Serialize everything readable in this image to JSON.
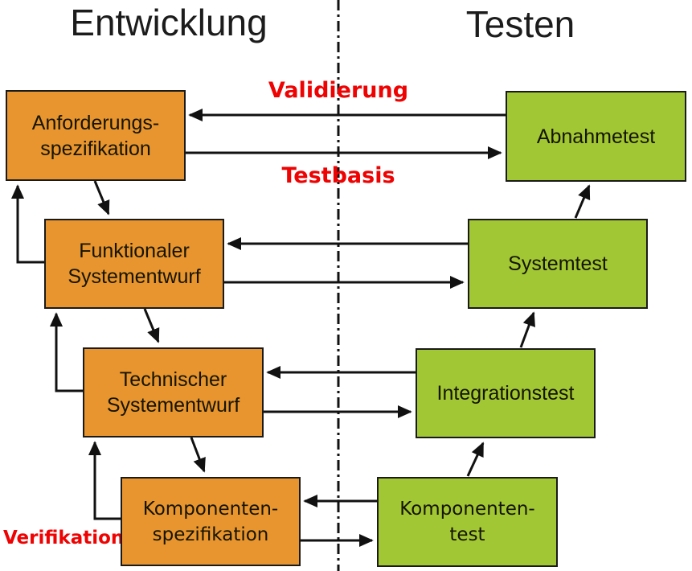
{
  "diagram": {
    "title_left": "Entwicklung",
    "title_right": "Testen",
    "annotations": {
      "validierung": "Validierung",
      "testbasis": "Testbasis",
      "verifikation": "Verifikation"
    },
    "development_boxes": [
      {
        "label": "Anforderungs-\nspezifikation"
      },
      {
        "label": "Funktionaler\nSystementwurf"
      },
      {
        "label": "Technischer\nSystementwurf"
      },
      {
        "label": "Komponenten-\nspezifikation"
      }
    ],
    "test_boxes": [
      {
        "label": "Abnahmetest"
      },
      {
        "label": "Systemtest"
      },
      {
        "label": "Integrationstest"
      },
      {
        "label": "Komponenten-\ntest"
      }
    ],
    "colors": {
      "development_box_fill": "#e8952f",
      "test_box_fill": "#a2c734",
      "annotation_red": "#ee0202",
      "line_black": "#111111"
    }
  }
}
